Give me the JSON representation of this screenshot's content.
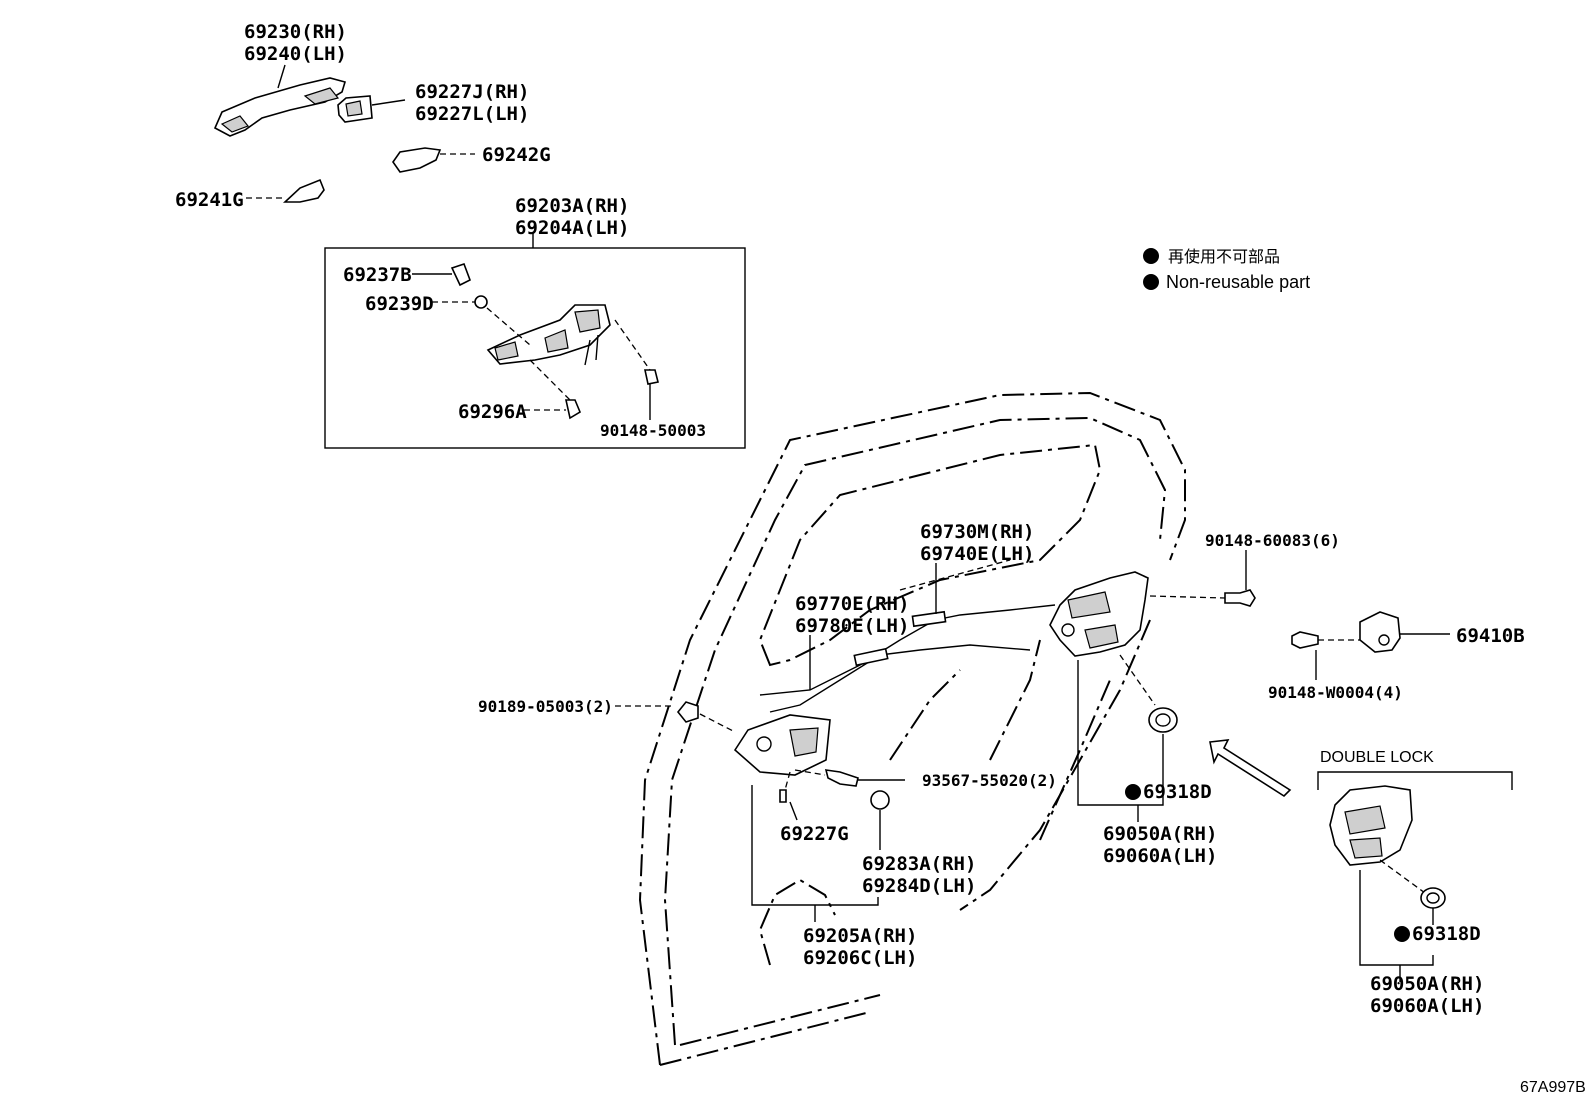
{
  "legend": {
    "non_reusable_jp": "再使用不可部品",
    "non_reusable_en": "Non-reusable part"
  },
  "callouts": {
    "p69230": "69230(RH)",
    "p69240": "69240(LH)",
    "p69227j": "69227J(RH)",
    "p69227l": "69227L(LH)",
    "p69242g": "69242G",
    "p69241g": "69241G",
    "p69203a": "69203A(RH)",
    "p69204a": "69204A(LH)",
    "p69237b": "69237B",
    "p69239d": "69239D",
    "p69296a": "69296A",
    "p90148_50003": "90148-50003",
    "p69730m": "69730M(RH)",
    "p69740e": "69740E(LH)",
    "p69770e": "69770E(RH)",
    "p69780e": "69780E(LH)",
    "p90189": "90189-05003(2)",
    "p93567": "93567-55020(2)",
    "p69227g": "69227G",
    "p69283a": "69283A(RH)",
    "p69284d": "69284D(LH)",
    "p69205a": "69205A(RH)",
    "p69206c": "69206C(LH)",
    "p90148_60083": "90148-60083(6)",
    "p69410b": "69410B",
    "p90148_w0004": "90148-W0004(4)",
    "p69318d": "69318D",
    "p69050a": "69050A(RH)",
    "p69060a": "69060A(LH)",
    "double_lock": "DOUBLE LOCK",
    "dl_69318d": "69318D",
    "dl_69050a": "69050A(RH)",
    "dl_69060a": "69060A(LH)"
  },
  "figure_id": "67A997B"
}
